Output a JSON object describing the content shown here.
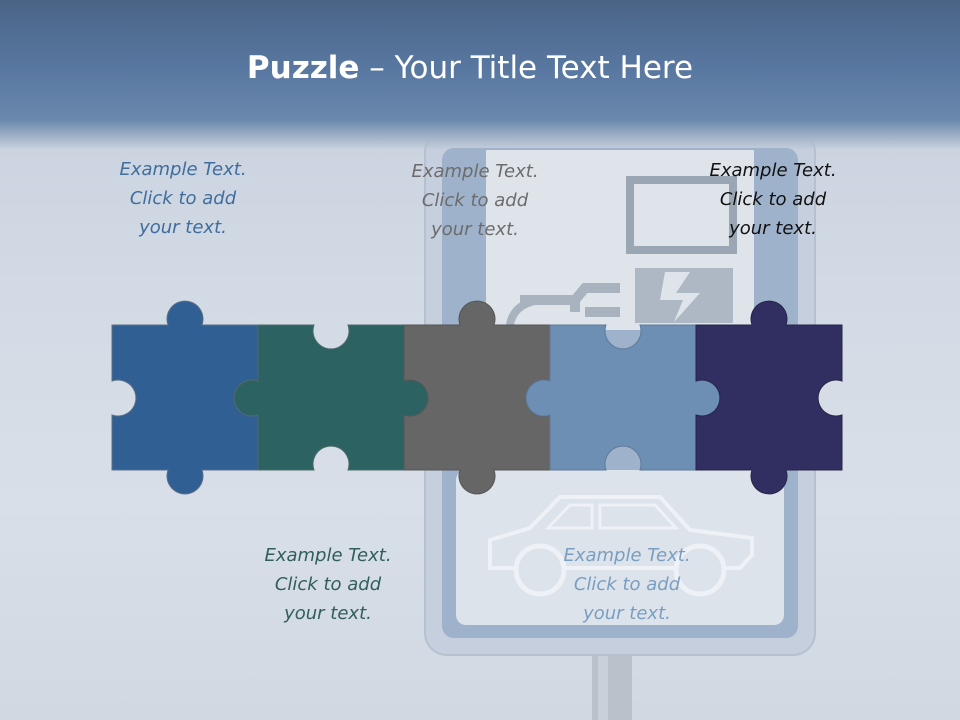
{
  "slide": {
    "title_bold": "Puzzle",
    "title_rest": " – Your Title Text Here"
  },
  "text_blocks": [
    {
      "line1": "Example Text.",
      "line2": "Click  to add",
      "line3": "your text."
    },
    {
      "line1": "Example Text.",
      "line2": "Click  to add",
      "line3": "your text."
    },
    {
      "line1": "Example Text.",
      "line2": "Click  to add",
      "line3": "your text."
    },
    {
      "line1": "Example Text.",
      "line2": "Click  to add",
      "line3": "your text."
    },
    {
      "line1": "Example Text.",
      "line2": "Click  to add",
      "line3": "your text."
    }
  ],
  "pieces": [
    {
      "color": "#2f5f93"
    },
    {
      "color": "#2d6263"
    },
    {
      "color": "#666666"
    },
    {
      "color": "#6d8fb4"
    },
    {
      "color": "#312f62"
    }
  ],
  "background": {
    "image": "electric-vehicle-charging-sign"
  }
}
